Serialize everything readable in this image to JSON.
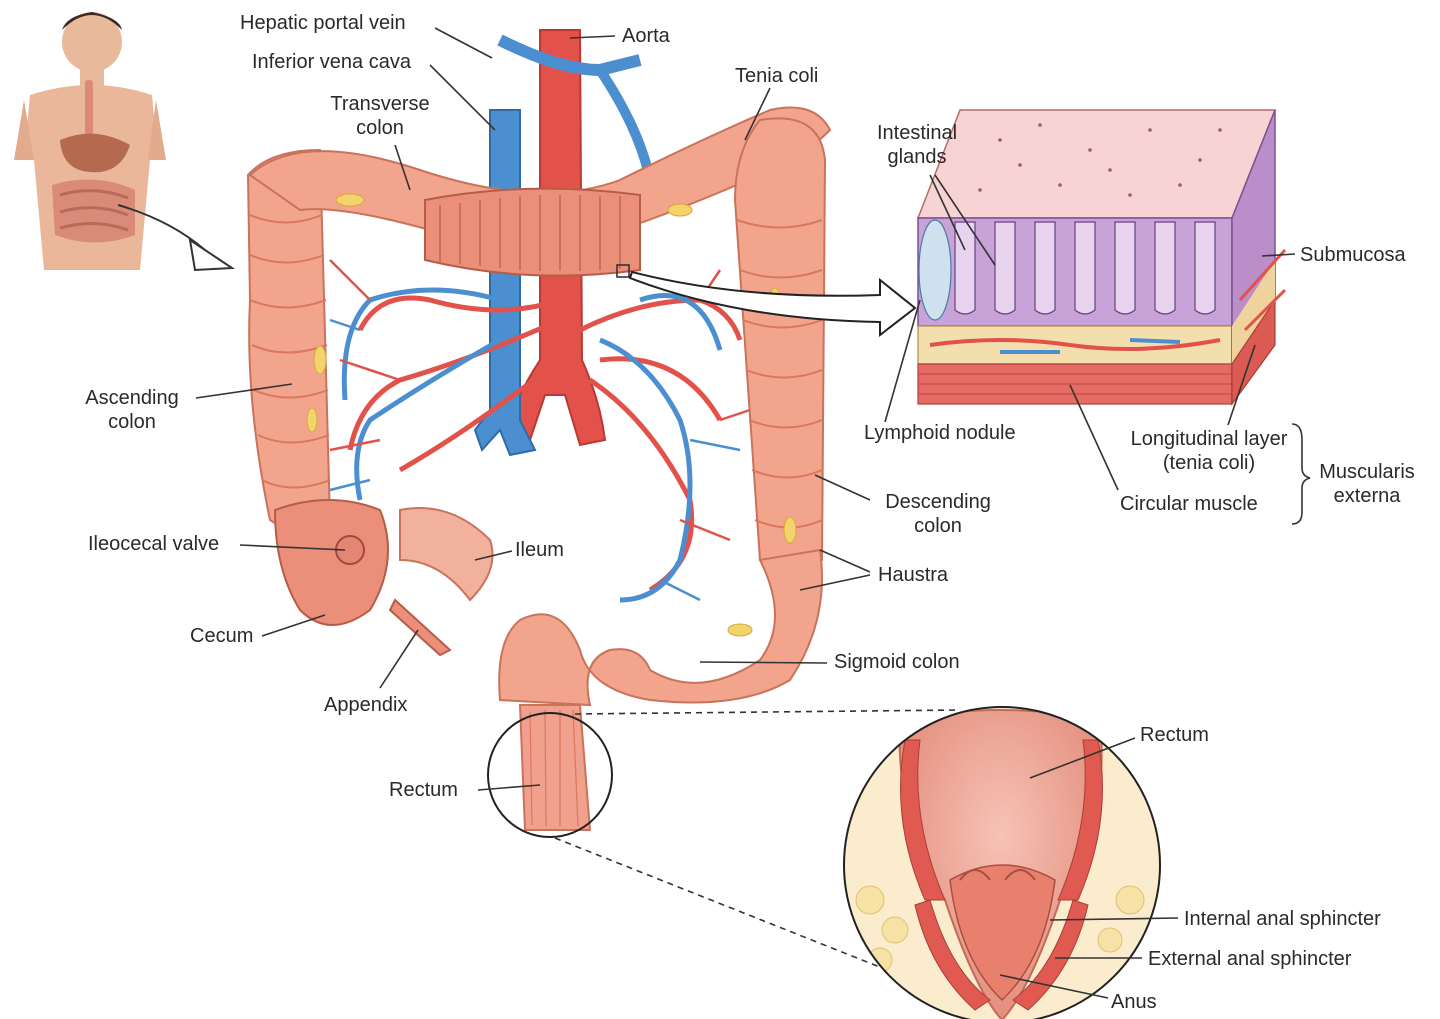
{
  "colors": {
    "colon": "#f2a48c",
    "colon_dark": "#d9775f",
    "artery": "#e2524a",
    "vein": "#4b8fd0",
    "fat": "#f3d36b",
    "mucosa": "#c7a3d8",
    "skin": "#e8b99a"
  },
  "icons": {
    "body": "human-torso-icon",
    "arrow": "curved-arrow-icon"
  },
  "labels": {
    "hepatic_portal_vein": "Hepatic portal vein",
    "inferior_vena_cava": "Inferior vena cava",
    "transverse_colon_1": "Transverse",
    "transverse_colon_2": "colon",
    "aorta": "Aorta",
    "tenia_coli": "Tenia coli",
    "ascending_colon_1": "Ascending",
    "ascending_colon_2": "colon",
    "ileocecal_valve": "Ileocecal valve",
    "ileum": "Ileum",
    "cecum": "Cecum",
    "appendix": "Appendix",
    "rectum_main": "Rectum",
    "descending_colon_1": "Descending",
    "descending_colon_2": "colon",
    "haustra": "Haustra",
    "sigmoid_colon": "Sigmoid colon",
    "intestinal_glands_1": "Intestinal",
    "intestinal_glands_2": "glands",
    "submucosa": "Submucosa",
    "lymphoid_nodule": "Lymphoid nodule",
    "longitudinal_layer_1": "Longitudinal layer",
    "longitudinal_layer_2": "(tenia coli)",
    "circular_muscle": "Circular muscle",
    "muscularis_externa_1": "Muscularis",
    "muscularis_externa_2": "externa",
    "rectum_detail": "Rectum",
    "internal_anal_sphincter": "Internal anal sphincter",
    "external_anal_sphincter": "External anal sphincter",
    "anus": "Anus"
  }
}
